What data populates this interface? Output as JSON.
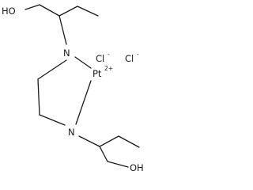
{
  "molecule": {
    "atoms": {
      "ho_top": "HO",
      "n_top": "N",
      "n_bottom": "N",
      "pt": "Pt",
      "pt_charge": "2+",
      "cl_1": "Cl",
      "cl_1_charge": "-",
      "cl_2": "Cl",
      "cl_2_charge": "-",
      "oh_bottom": "OH"
    }
  }
}
